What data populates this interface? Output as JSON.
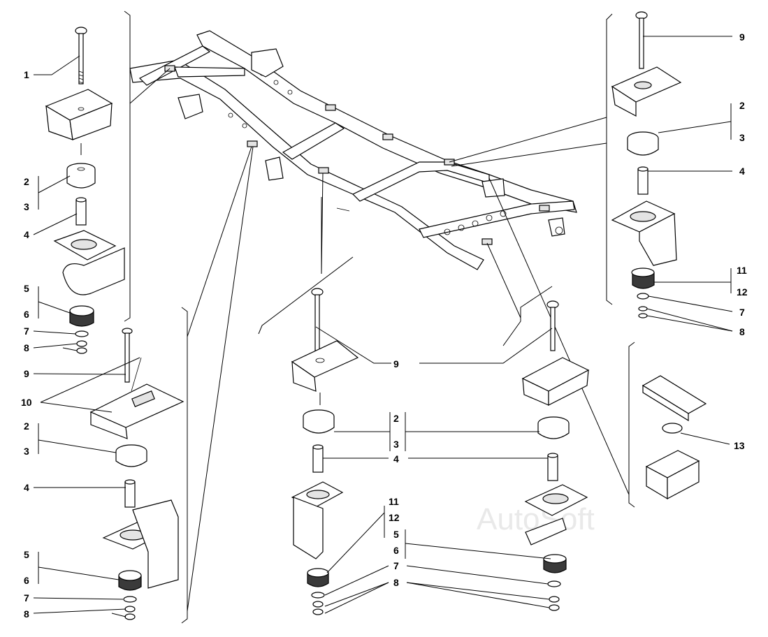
{
  "callouts": [
    {
      "id": "c1a",
      "text": "1"
    },
    {
      "id": "c2a",
      "text": "2"
    },
    {
      "id": "c3a",
      "text": "3"
    },
    {
      "id": "c4a",
      "text": "4"
    },
    {
      "id": "c5a",
      "text": "5"
    },
    {
      "id": "c6a",
      "text": "6"
    },
    {
      "id": "c7a",
      "text": "7"
    },
    {
      "id": "c8a",
      "text": "8"
    },
    {
      "id": "c9a",
      "text": "9"
    },
    {
      "id": "c10a",
      "text": "10"
    },
    {
      "id": "c2b",
      "text": "2"
    },
    {
      "id": "c3b",
      "text": "3"
    },
    {
      "id": "c4b",
      "text": "4"
    },
    {
      "id": "c5b",
      "text": "5"
    },
    {
      "id": "c6b",
      "text": "6"
    },
    {
      "id": "c7b",
      "text": "7"
    },
    {
      "id": "c8b",
      "text": "8"
    },
    {
      "id": "c9c",
      "text": "9"
    },
    {
      "id": "c2c",
      "text": "2"
    },
    {
      "id": "c3c",
      "text": "3"
    },
    {
      "id": "c4c",
      "text": "4"
    },
    {
      "id": "c11c",
      "text": "11"
    },
    {
      "id": "c12c",
      "text": "12"
    },
    {
      "id": "c5c",
      "text": "5"
    },
    {
      "id": "c6c",
      "text": "6"
    },
    {
      "id": "c7c",
      "text": "7"
    },
    {
      "id": "c8c",
      "text": "8"
    },
    {
      "id": "c9r",
      "text": "9"
    },
    {
      "id": "c2r",
      "text": "2"
    },
    {
      "id": "c3r",
      "text": "3"
    },
    {
      "id": "c4r",
      "text": "4"
    },
    {
      "id": "c11r",
      "text": "11"
    },
    {
      "id": "c12r",
      "text": "12"
    },
    {
      "id": "c7r",
      "text": "7"
    },
    {
      "id": "c8r",
      "text": "8"
    },
    {
      "id": "c13r",
      "text": "13"
    }
  ],
  "watermark": "AutoSoft"
}
